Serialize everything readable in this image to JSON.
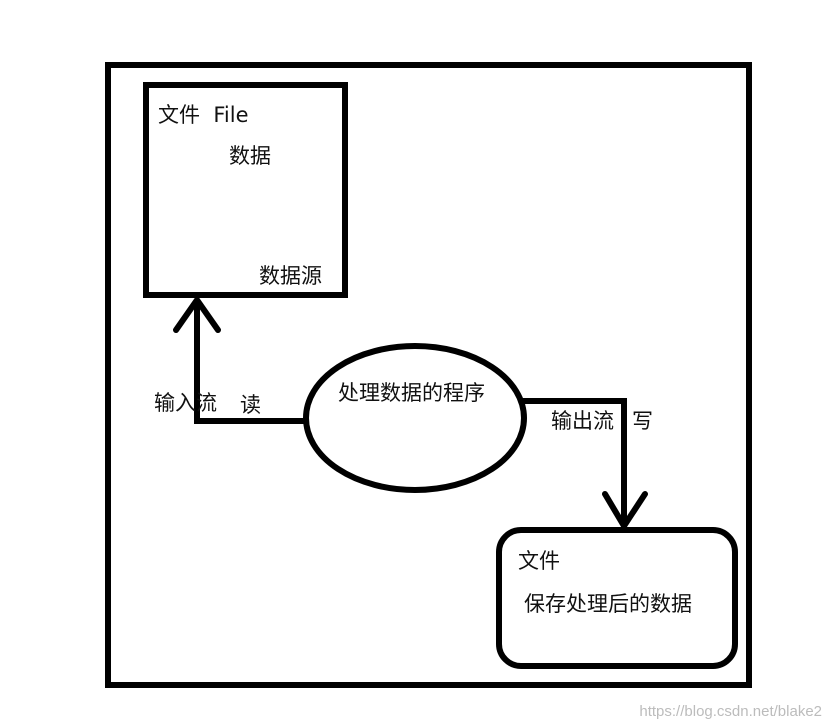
{
  "diagram": {
    "source_box": {
      "title": "文件  File",
      "data_label": "数据",
      "source_label": "数据源"
    },
    "process": {
      "label": "处理数据的程序"
    },
    "input_stream": {
      "label": "输入流",
      "action": "读"
    },
    "output_stream": {
      "label": "输出流",
      "action": "写"
    },
    "dest_box": {
      "title": "文件",
      "content": "保存处理后的数据"
    }
  },
  "watermark": "https://blog.csdn.net/blake2",
  "colors": {
    "stroke": "#000000",
    "text": "#111111",
    "watermark": "#bcbcbc"
  }
}
